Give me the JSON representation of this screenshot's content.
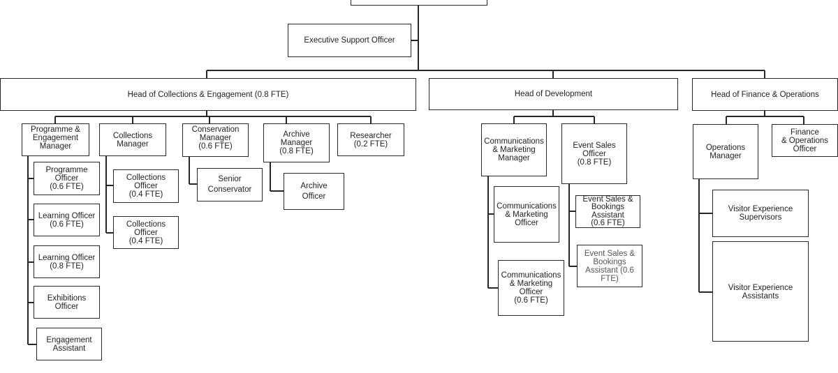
{
  "diagram": {
    "title": "",
    "roles": {
      "executive_support": "Executive Support Officer",
      "head_collections": "Head of Collections & Engagement (0.8 FTE)",
      "head_development": "Head of Development",
      "head_finance": "Head of Finance & Operations",
      "programme_manager": "Programme &\nEngagement\nManager",
      "collections_manager": "Collections\nManager",
      "conservation_manager": "Conservation\nManager\n(0.6 FTE)",
      "archive_manager": "Archive\nManager\n(0.8 FTE)",
      "researcher": "Researcher\n(0.2 FTE)",
      "programme_officer": "Programme\nOfficer\n(0.6 FTE)",
      "learning_officer_06": "Learning Officer\n(0.6 FTE)",
      "learning_officer_08": "Learning Officer\n(0.8 FTE)",
      "exhibitions_officer": "Exhibitions Officer",
      "engagement_assistant": "Engagement\nAssistant",
      "collections_officer_1": "Collections Officer\n(0.4 FTE)",
      "collections_officer_2": "Collections Officer\n(0.4 FTE)",
      "senior_conservator": "Senior\nConservator",
      "archive_officer": "Archive\nOfficer",
      "comms_marketing_manager": "Communications\n& Marketing\nManager",
      "event_sales_officer": "Event Sales\nOfficer\n(0.8 FTE)",
      "comms_marketing_officer": "Communications\n& Marketing\nOfficer",
      "comms_marketing_officer_06": "Communications\n& Marketing\nOfficer\n(0.6 FTE)",
      "event_bookings_assistant_1": "Event Sales &\nBookings\nAssistant\n(0.6 FTE)",
      "event_bookings_assistant_2": "Event Sales &\nBookings\nAssistant (0.6\nFTE)",
      "operations_manager": "Operations\nManager",
      "finance_operations_officer": "Finance\n& Operations\nOfficer",
      "visitor_supervisors": "Visitor Experience\nSupervisors",
      "visitor_assistants": "Visitor Experience\nAssistants"
    }
  }
}
